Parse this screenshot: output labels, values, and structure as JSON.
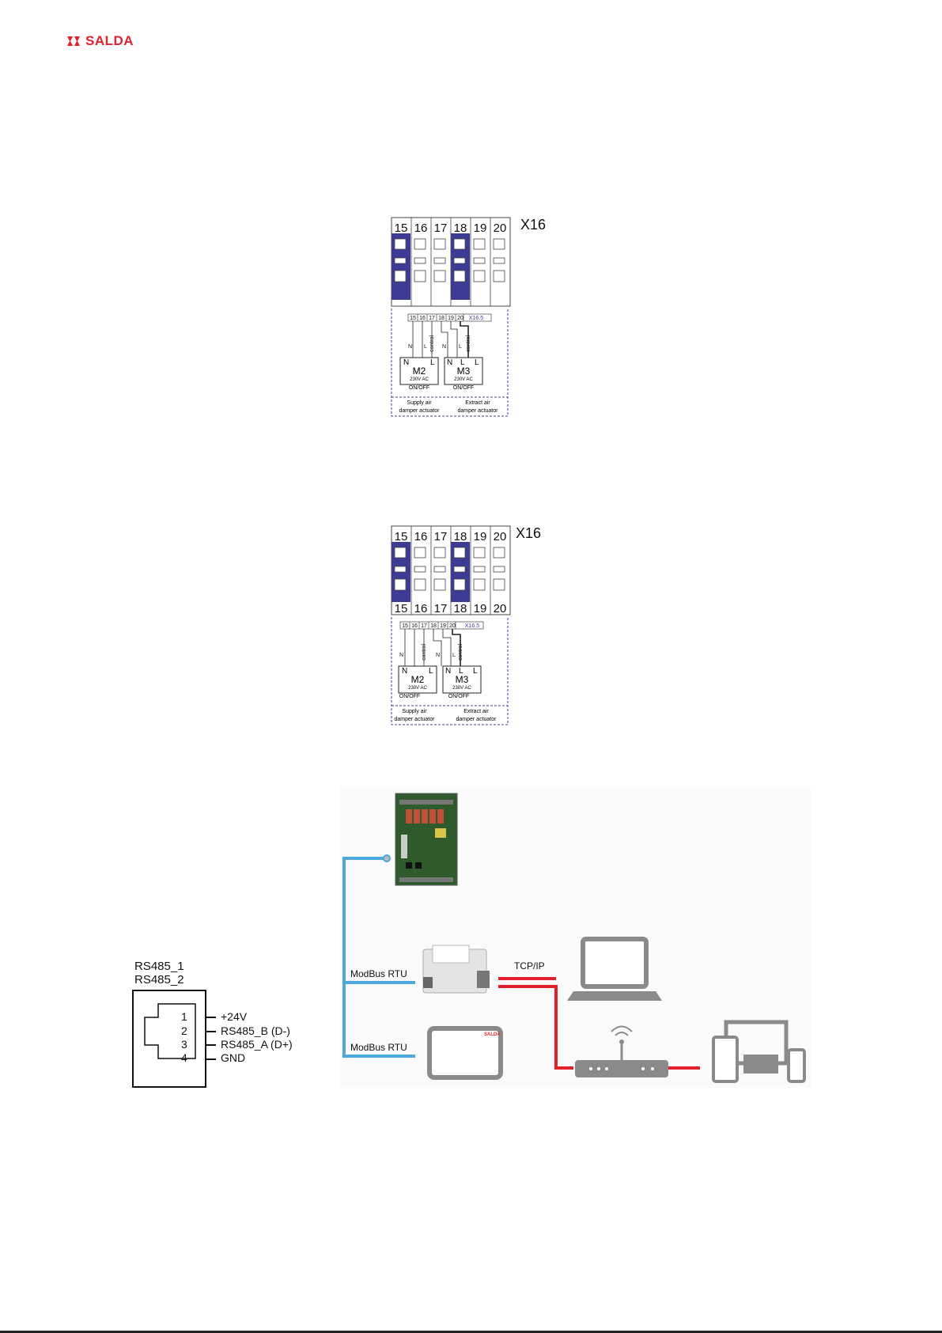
{
  "header": {
    "brand": "SALDA"
  },
  "diagram1": {
    "connector_label": "X16",
    "top_terminals": [
      "15",
      "16",
      "17",
      "18",
      "19",
      "20"
    ],
    "sub_terminals": [
      "15",
      "16",
      "17",
      "18",
      "19",
      "20"
    ],
    "sub_terminal_label": "X16.5",
    "wire_labels": [
      "N",
      "L",
      "control",
      "N",
      "L",
      "control"
    ],
    "actuators": [
      {
        "pins": [
          "N",
          "L"
        ],
        "name": "M2",
        "voltage": "230V AC",
        "mode": "ON/OFF",
        "caption_line1": "Supply air",
        "caption_line2": "damper actuator"
      },
      {
        "pins": [
          "N",
          "L",
          "L"
        ],
        "name": "M3",
        "voltage": "230V AC",
        "mode": "ON/OFF",
        "caption_line1": "Extract air",
        "caption_line2": "damper actuator"
      }
    ]
  },
  "diagram2": {
    "connector_label": "X16",
    "top_terminals": [
      "15",
      "16",
      "17",
      "18",
      "19",
      "20"
    ],
    "bottom_terminals": [
      "15",
      "16",
      "17",
      "18",
      "19",
      "20"
    ],
    "sub_terminals": [
      "15",
      "16",
      "17",
      "18",
      "19",
      "20"
    ],
    "sub_terminal_label": "X16.5",
    "wire_labels": [
      "N",
      "control",
      "N",
      "L",
      "control"
    ],
    "actuators": [
      {
        "pins": [
          "N",
          "L"
        ],
        "name": "M2",
        "voltage": "230V AC",
        "mode": "ON/OFF",
        "caption_line1": "Supply air",
        "caption_line2": "damper actuator"
      },
      {
        "pins": [
          "N",
          "L",
          "L"
        ],
        "name": "M3",
        "voltage": "230V AC",
        "mode": "ON/OFF",
        "caption_line1": "Extract air",
        "caption_line2": "damper actuator"
      }
    ]
  },
  "network": {
    "port_labels": [
      "RS485_1",
      "RS485_2"
    ],
    "pins": [
      {
        "num": "1",
        "signal": "+24V"
      },
      {
        "num": "2",
        "signal": "RS485_B (D-)"
      },
      {
        "num": "3",
        "signal": "RS485_A (D+)"
      },
      {
        "num": "4",
        "signal": "GND"
      }
    ],
    "link_modbus_1": "ModBus RTU",
    "link_modbus_2": "ModBus RTU",
    "link_tcp": "TCP/IP",
    "panel_brand": "SALDA",
    "colors": {
      "modbus_line": "#4aa8df",
      "tcp_line": "#e4202e",
      "device_gray": "#8a8a8a",
      "terminal_blue": "#3c3c96"
    }
  }
}
